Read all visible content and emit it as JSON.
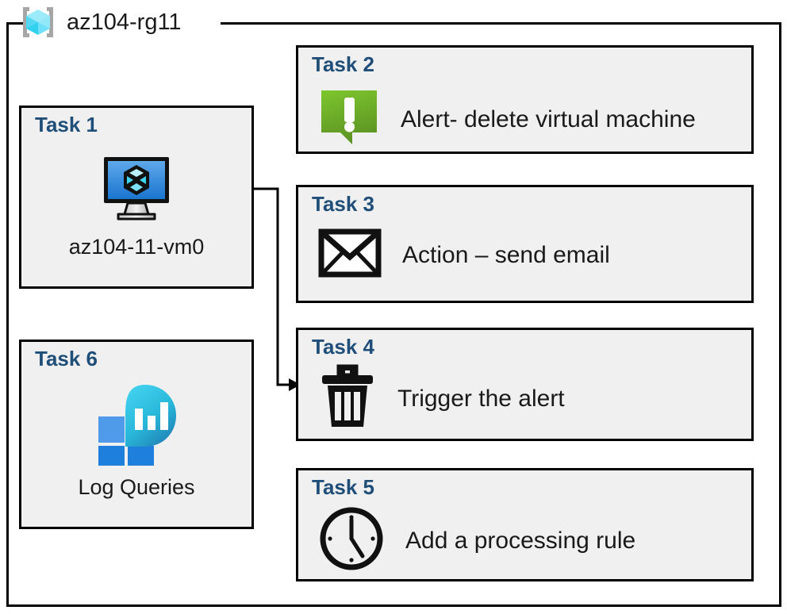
{
  "resource_group": {
    "name": "az104-rg11",
    "icon": "azure-resource-group-icon",
    "frame_color": "#000000"
  },
  "theme": {
    "card_background": "#f0f0f0",
    "card_border": "#000000",
    "title_color": "#1f4e79",
    "text_color": "#1a1a1a",
    "alert_green": "#76b82a",
    "vm_blue": "#2f86d8",
    "log_cyan": "#32c8e6",
    "log_blue": "#2e8dd8"
  },
  "tasks": [
    {
      "id": "task-1",
      "title": "Task 1",
      "caption": "az104-11-vm0",
      "icon": "virtual-machine-icon",
      "column": "left"
    },
    {
      "id": "task-2",
      "title": "Task 2",
      "label": "Alert- delete virtual machine",
      "icon": "alert-exclamation-bubble-icon",
      "column": "right"
    },
    {
      "id": "task-3",
      "title": "Task 3",
      "label": "Action – send email",
      "icon": "envelope-icon",
      "column": "right"
    },
    {
      "id": "task-4",
      "title": "Task 4",
      "label": "Trigger the alert",
      "icon": "trash-can-icon",
      "column": "right"
    },
    {
      "id": "task-5",
      "title": "Task 5",
      "label": "Add a processing rule",
      "icon": "clock-icon",
      "column": "right"
    },
    {
      "id": "task-6",
      "title": "Task 6",
      "caption": "Log Queries",
      "icon": "log-analytics-icon",
      "column": "left"
    }
  ],
  "connector": {
    "from": "task-1-virtual-machine-icon",
    "to": "task-4-card",
    "arrow": "arrowhead-right"
  }
}
